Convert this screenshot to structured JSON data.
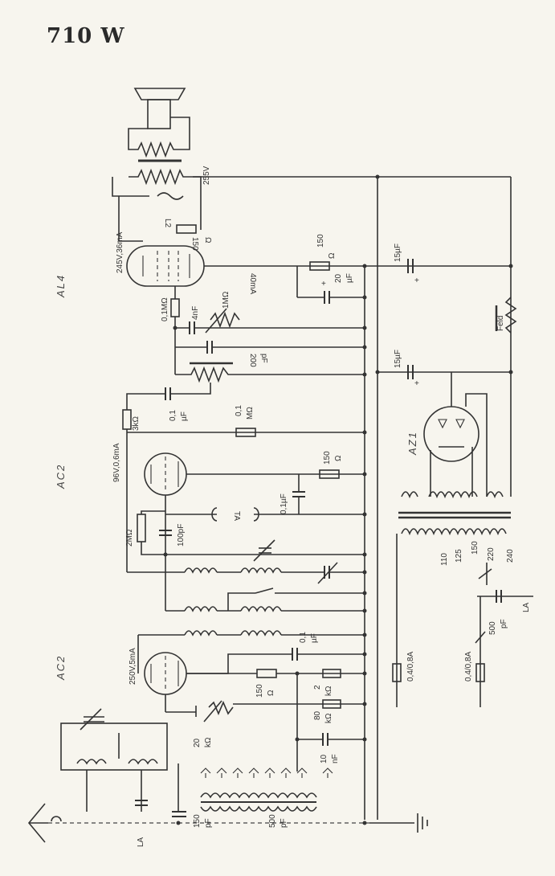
{
  "title": "710 W",
  "tubes": {
    "power": "AL4",
    "detector": "AC2",
    "input": "AC2",
    "rectifier": "AZ1"
  },
  "labels": {
    "r150_top": "150",
    "ohm_a": "Ω",
    "c15_top": "15µF",
    "c15_mid": "15µF",
    "plus": "+",
    "v255": "255V",
    "v245": "245V,36mA",
    "l2": "L2",
    "r150_cath": "150",
    "ohm_b": "Ω",
    "ma40": "40mA",
    "c20": "20",
    "uf": "µF",
    "r01m": "0,1MΩ",
    "c4n": "4nF",
    "pot1m": "1MΩ",
    "c200": "200",
    "pf": "pF",
    "feld": "Feld",
    "c01a": "0,1",
    "uf_a": "µF",
    "r3k": "3kΩ",
    "r01m_b": "0,1",
    "mohm": "MΩ",
    "v96": "96V,0,6mA",
    "r150_mid": "150",
    "ohm_c": "Ω",
    "c01b": "0,1µF",
    "ta": "TA",
    "r2m": "2MΩ",
    "c100": "100pF",
    "t110": "110",
    "t125": "125",
    "t150": "150",
    "t220": "220",
    "t240": "240",
    "c500": "500",
    "pf_b": "pF",
    "la_r": "LA",
    "f1": "0,4/0,8A",
    "f2": "0,4/0,8A",
    "v250": "250V,5mA",
    "c01c": "0,1",
    "uf_c": "µF",
    "r150_low": "150",
    "ohm_d": "Ω",
    "r2k": "2",
    "kohm": "kΩ",
    "r80": "80",
    "kohm_b": "kΩ",
    "pot20": "20",
    "kohm_c": "kΩ",
    "c10": "10",
    "nf": "nF",
    "c150": "150",
    "pf_c": "pF",
    "c500b": "500",
    "pf_d": "pF",
    "la_l": "LA"
  }
}
